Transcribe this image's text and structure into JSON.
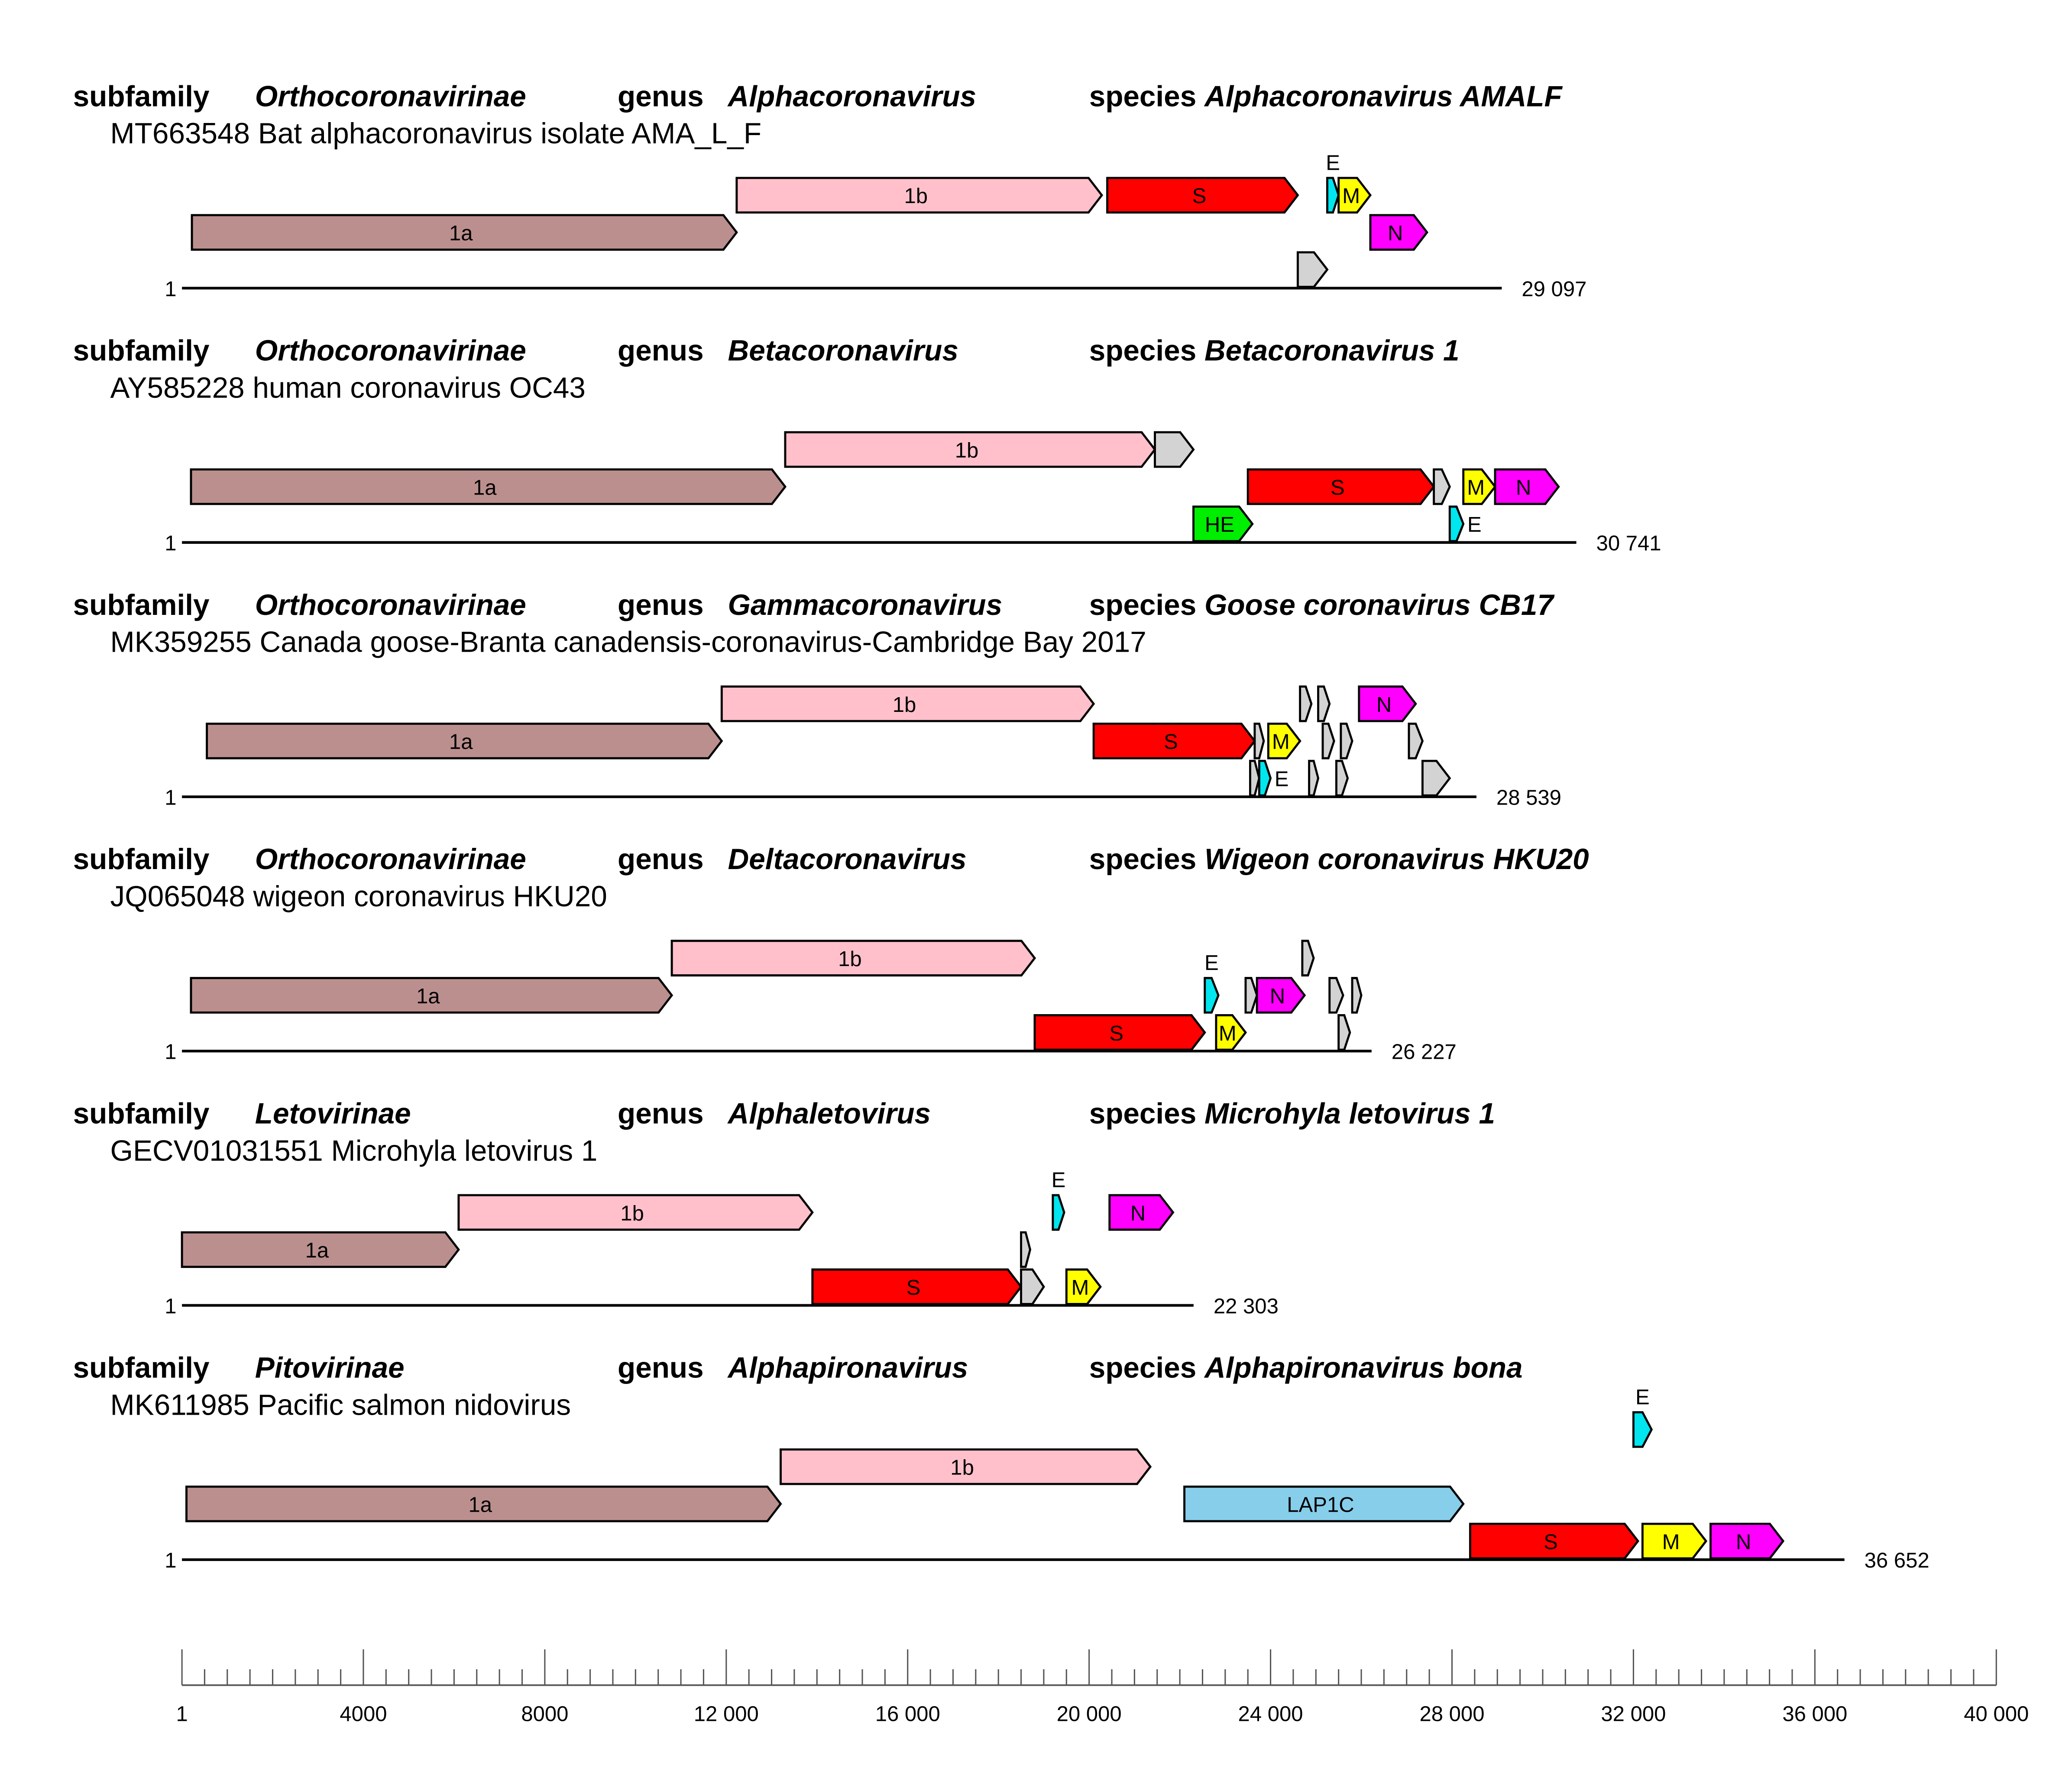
{
  "colors": {
    "1a": "#bc8f8f",
    "1b": "#ffc0cb",
    "S": "#ff0000",
    "E": "#00e5ee",
    "M": "#ffff00",
    "N": "#ff00ff",
    "HE": "#00ee00",
    "LAP1C": "#87ceeb",
    "other": "#d3d3d3"
  },
  "labels": {
    "subfamily": "subfamily",
    "genus": "genus",
    "species": "species",
    "start": "1"
  },
  "genomes": [
    {
      "subfamily": "Orthocoronavirinae",
      "genus": "Alphacoronavirus",
      "species": "Alphacoronavirus AMALF",
      "accession": "MT663548 Bat alphacoronavirus isolate AMA_L_F",
      "length": 29097,
      "length_label": "29 097",
      "genes": [
        {
          "name": "1a",
          "start": 220,
          "end": 12230,
          "lane": 0,
          "label": "1a"
        },
        {
          "name": "1b",
          "start": 12230,
          "end": 20280,
          "lane": 1,
          "label": "1b"
        },
        {
          "name": "S",
          "start": 20400,
          "end": 24600,
          "lane": 1,
          "label": "S"
        },
        {
          "name": "other",
          "start": 24600,
          "end": 25250,
          "lane": -1,
          "label": ""
        },
        {
          "name": "E",
          "start": 25250,
          "end": 25500,
          "lane": 1,
          "label": "E",
          "label_pos": "above"
        },
        {
          "name": "M",
          "start": 25500,
          "end": 26200,
          "lane": 1,
          "label": "M"
        },
        {
          "name": "N",
          "start": 26200,
          "end": 27450,
          "lane": 0,
          "label": "N"
        }
      ]
    },
    {
      "subfamily": "Orthocoronavirinae",
      "genus": "Betacoronavirus",
      "species": "Betacoronavirus 1",
      "accession": "AY585228 human coronavirus OC43",
      "length": 30741,
      "length_label": "30 741",
      "genes": [
        {
          "name": "1a",
          "start": 200,
          "end": 13300,
          "lane": 0,
          "label": "1a"
        },
        {
          "name": "1b",
          "start": 13300,
          "end": 21450,
          "lane": 1,
          "label": "1b"
        },
        {
          "name": "other",
          "start": 21450,
          "end": 22300,
          "lane": 1,
          "label": ""
        },
        {
          "name": "HE",
          "start": 22300,
          "end": 23600,
          "lane": -1,
          "label": "HE"
        },
        {
          "name": "S",
          "start": 23500,
          "end": 27600,
          "lane": 0,
          "label": "S"
        },
        {
          "name": "other",
          "start": 27600,
          "end": 27950,
          "lane": 0,
          "label": ""
        },
        {
          "name": "E",
          "start": 27950,
          "end": 28250,
          "lane": -1,
          "label": "E",
          "label_pos": "right"
        },
        {
          "name": "M",
          "start": 28250,
          "end": 28950,
          "lane": 0,
          "label": "M"
        },
        {
          "name": "N",
          "start": 28950,
          "end": 30350,
          "lane": 0,
          "label": "N"
        }
      ]
    },
    {
      "subfamily": "Orthocoronavirinae",
      "genus": "Gammacoronavirus",
      "species": "Goose coronavirus CB17",
      "accession": "MK359255 Canada goose-Branta canadensis-coronavirus-Cambridge Bay 2017",
      "length": 28539,
      "length_label": "28 539",
      "genes": [
        {
          "name": "1a",
          "start": 550,
          "end": 11900,
          "lane": 0,
          "label": "1a"
        },
        {
          "name": "1b",
          "start": 11900,
          "end": 20100,
          "lane": 1,
          "label": "1b"
        },
        {
          "name": "S",
          "start": 20100,
          "end": 23650,
          "lane": 0,
          "label": "S"
        },
        {
          "name": "other",
          "start": 23650,
          "end": 23850,
          "lane": 0,
          "label": ""
        },
        {
          "name": "other",
          "start": 23550,
          "end": 23750,
          "lane": -1,
          "label": ""
        },
        {
          "name": "E",
          "start": 23750,
          "end": 24000,
          "lane": -1,
          "label": "E",
          "label_pos": "right"
        },
        {
          "name": "M",
          "start": 23950,
          "end": 24650,
          "lane": 0,
          "label": "M"
        },
        {
          "name": "other",
          "start": 24650,
          "end": 24900,
          "lane": 1,
          "label": ""
        },
        {
          "name": "other",
          "start": 25050,
          "end": 25300,
          "lane": 1,
          "label": ""
        },
        {
          "name": "other",
          "start": 24850,
          "end": 25050,
          "lane": -1,
          "label": ""
        },
        {
          "name": "other",
          "start": 25150,
          "end": 25400,
          "lane": 0,
          "label": ""
        },
        {
          "name": "other",
          "start": 25450,
          "end": 25700,
          "lane": -1,
          "label": ""
        },
        {
          "name": "other",
          "start": 25550,
          "end": 25800,
          "lane": 0,
          "label": ""
        },
        {
          "name": "N",
          "start": 25950,
          "end": 27200,
          "lane": 1,
          "label": "N"
        },
        {
          "name": "other",
          "start": 27050,
          "end": 27350,
          "lane": 0,
          "label": ""
        },
        {
          "name": "other",
          "start": 27350,
          "end": 27950,
          "lane": -1,
          "label": ""
        }
      ]
    },
    {
      "subfamily": "Orthocoronavirinae",
      "genus": "Deltacoronavirus",
      "species": "Wigeon coronavirus HKU20",
      "accession": "JQ065048 wigeon coronavirus HKU20",
      "length": 26227,
      "length_label": "26 227",
      "genes": [
        {
          "name": "1a",
          "start": 200,
          "end": 10800,
          "lane": 0,
          "label": "1a"
        },
        {
          "name": "1b",
          "start": 10800,
          "end": 18800,
          "lane": 1,
          "label": "1b"
        },
        {
          "name": "S",
          "start": 18800,
          "end": 22550,
          "lane": -1,
          "label": "S"
        },
        {
          "name": "E",
          "start": 22550,
          "end": 22850,
          "lane": 0,
          "label": "E",
          "label_pos": "above"
        },
        {
          "name": "M",
          "start": 22800,
          "end": 23450,
          "lane": -1,
          "label": "M"
        },
        {
          "name": "other",
          "start": 23450,
          "end": 23700,
          "lane": 0,
          "label": ""
        },
        {
          "name": "N",
          "start": 23700,
          "end": 24750,
          "lane": 0,
          "label": "N"
        },
        {
          "name": "other",
          "start": 24700,
          "end": 24950,
          "lane": 1,
          "label": ""
        },
        {
          "name": "other",
          "start": 25300,
          "end": 25600,
          "lane": 0,
          "label": ""
        },
        {
          "name": "other",
          "start": 25500,
          "end": 25750,
          "lane": -1,
          "label": ""
        },
        {
          "name": "other",
          "start": 25800,
          "end": 26000,
          "lane": 0,
          "label": ""
        }
      ]
    },
    {
      "subfamily": "Letovirinae",
      "genus": "Alphaletovirus",
      "species": "Microhyla letovirus 1",
      "accession": "GECV01031551 Microhyla letovirus 1",
      "length": 22303,
      "length_label": "22 303",
      "genes": [
        {
          "name": "1a",
          "start": 1,
          "end": 6100,
          "lane": 0,
          "label": "1a"
        },
        {
          "name": "1b",
          "start": 6100,
          "end": 13900,
          "lane": 1,
          "label": "1b"
        },
        {
          "name": "S",
          "start": 13900,
          "end": 18500,
          "lane": -1,
          "label": "S"
        },
        {
          "name": "other",
          "start": 18500,
          "end": 18700,
          "lane": 0,
          "label": ""
        },
        {
          "name": "other",
          "start": 18500,
          "end": 19000,
          "lane": -1,
          "label": ""
        },
        {
          "name": "E",
          "start": 19200,
          "end": 19450,
          "lane": 1,
          "label": "E",
          "label_pos": "above"
        },
        {
          "name": "M",
          "start": 19500,
          "end": 20250,
          "lane": -1,
          "label": "M"
        },
        {
          "name": "N",
          "start": 20450,
          "end": 21850,
          "lane": 1,
          "label": "N"
        }
      ]
    },
    {
      "subfamily": "Pitovirinae",
      "genus": "Alphapironavirus",
      "species": "Alphapironavirus bona",
      "accession": "MK611985 Pacific salmon nidovirus",
      "length": 36652,
      "length_label": "36 652",
      "genes": [
        {
          "name": "1a",
          "start": 100,
          "end": 13200,
          "lane": 0,
          "label": "1a"
        },
        {
          "name": "1b",
          "start": 13200,
          "end": 21350,
          "lane": 1,
          "label": "1b"
        },
        {
          "name": "LAP1C",
          "start": 22100,
          "end": 28250,
          "lane": 0,
          "label": "LAP1C"
        },
        {
          "name": "S",
          "start": 28400,
          "end": 32100,
          "lane": -1,
          "label": "S"
        },
        {
          "name": "E",
          "start": 32000,
          "end": 32400,
          "lane": 2,
          "label": "E",
          "label_pos": "above"
        },
        {
          "name": "M",
          "start": 32200,
          "end": 33600,
          "lane": -1,
          "label": "M"
        },
        {
          "name": "N",
          "start": 33700,
          "end": 35300,
          "lane": -1,
          "label": "N"
        }
      ]
    }
  ],
  "axis": {
    "max": 40000,
    "minor_step": 500,
    "major_step": 4000,
    "tick_labels": [
      "1",
      "4000",
      "8000",
      "12 000",
      "16 000",
      "20 000",
      "24 000",
      "28 000",
      "32 000",
      "36 000",
      "40 000"
    ]
  }
}
